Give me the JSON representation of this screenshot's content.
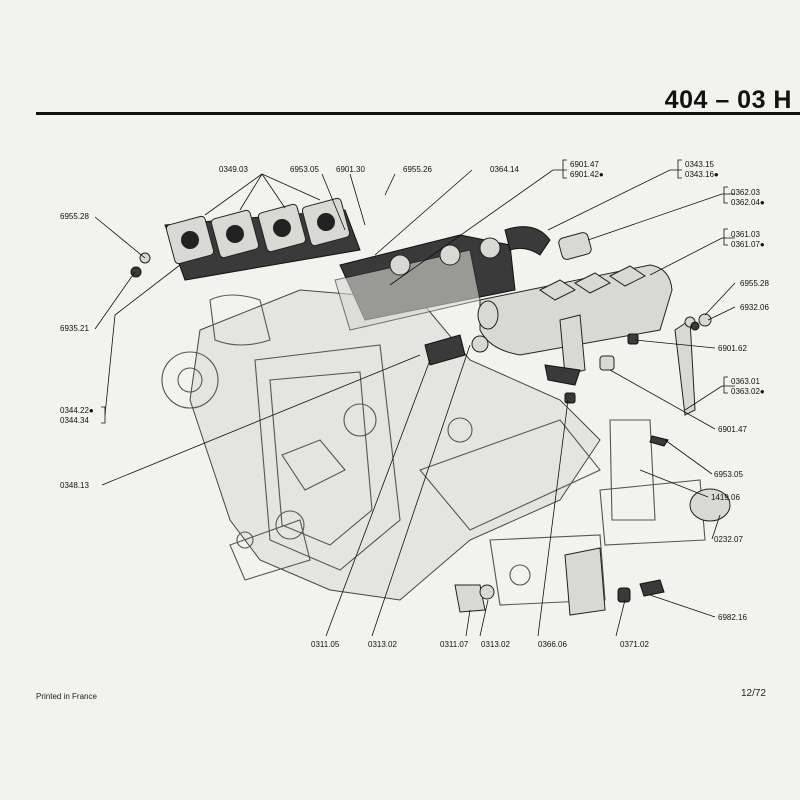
{
  "header": {
    "title": "404 – 03 H"
  },
  "footer": {
    "printed": "Printed in France",
    "page": "12/72"
  },
  "labels": [
    {
      "id": "l0349",
      "text": "0349.03"
    },
    {
      "id": "l6953a",
      "text": "6953.05"
    },
    {
      "id": "l6901_30",
      "text": "6901.30"
    },
    {
      "id": "l6955_26",
      "text": "6955.26"
    },
    {
      "id": "l0364",
      "text": "0364.14"
    },
    {
      "id": "l6901_47a",
      "text": "6901.47"
    },
    {
      "id": "l6901_42",
      "text": "6901.42●"
    },
    {
      "id": "l0343_15",
      "text": "0343.15"
    },
    {
      "id": "l0343_16",
      "text": "0343.16●"
    },
    {
      "id": "l0362_03",
      "text": "0362.03"
    },
    {
      "id": "l0362_04",
      "text": "0362.04●"
    },
    {
      "id": "l0361_03",
      "text": "0361.03"
    },
    {
      "id": "l0361_07",
      "text": "0361.07●"
    },
    {
      "id": "l6955_28r",
      "text": "6955.28"
    },
    {
      "id": "l6932",
      "text": "6932.06"
    },
    {
      "id": "l6955_28l",
      "text": "6955.28"
    },
    {
      "id": "l6935",
      "text": "6935.21"
    },
    {
      "id": "l6901_62",
      "text": "6901.62"
    },
    {
      "id": "l0363_01",
      "text": "0363.01"
    },
    {
      "id": "l0363_02",
      "text": "0363.02●"
    },
    {
      "id": "l0344_22",
      "text": "0344.22●"
    },
    {
      "id": "l0344_34",
      "text": "0344.34"
    },
    {
      "id": "l6901_47b",
      "text": "6901.47"
    },
    {
      "id": "l6953b",
      "text": "6953.05"
    },
    {
      "id": "l0348",
      "text": "0348.13"
    },
    {
      "id": "l1419",
      "text": "1419.06"
    },
    {
      "id": "l0232",
      "text": "0232.07"
    },
    {
      "id": "l6982",
      "text": "6982.16"
    },
    {
      "id": "l0311_05",
      "text": "0311.05"
    },
    {
      "id": "l0313_02a",
      "text": "0313.02"
    },
    {
      "id": "l0311_07",
      "text": "0311.07"
    },
    {
      "id": "l0313_02b",
      "text": "0313.02"
    },
    {
      "id": "l0366",
      "text": "0366.06"
    },
    {
      "id": "l0371",
      "text": "0371.02"
    }
  ]
}
